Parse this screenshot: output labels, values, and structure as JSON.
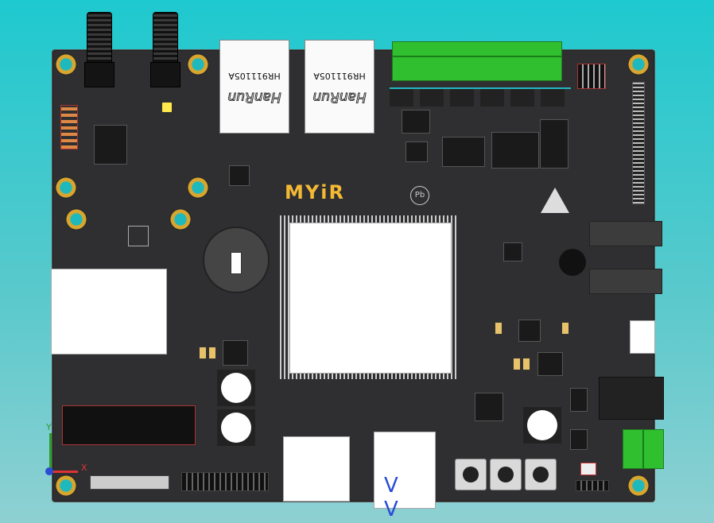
{
  "board": {
    "brand_logo": "MYiR",
    "lead_free_mark": "Pb",
    "rj45_left": {
      "part": "HR911105A",
      "brand": "HanRun"
    },
    "rj45_right": {
      "part": "HR911105A",
      "brand": "HanRun"
    }
  },
  "axis": {
    "x_label": "X",
    "y_label": "Y"
  },
  "colors": {
    "background": "#1ec9cf",
    "pcb": "#2f2f31",
    "logo": "#f3b934",
    "terminal": "#2fbf2f"
  }
}
